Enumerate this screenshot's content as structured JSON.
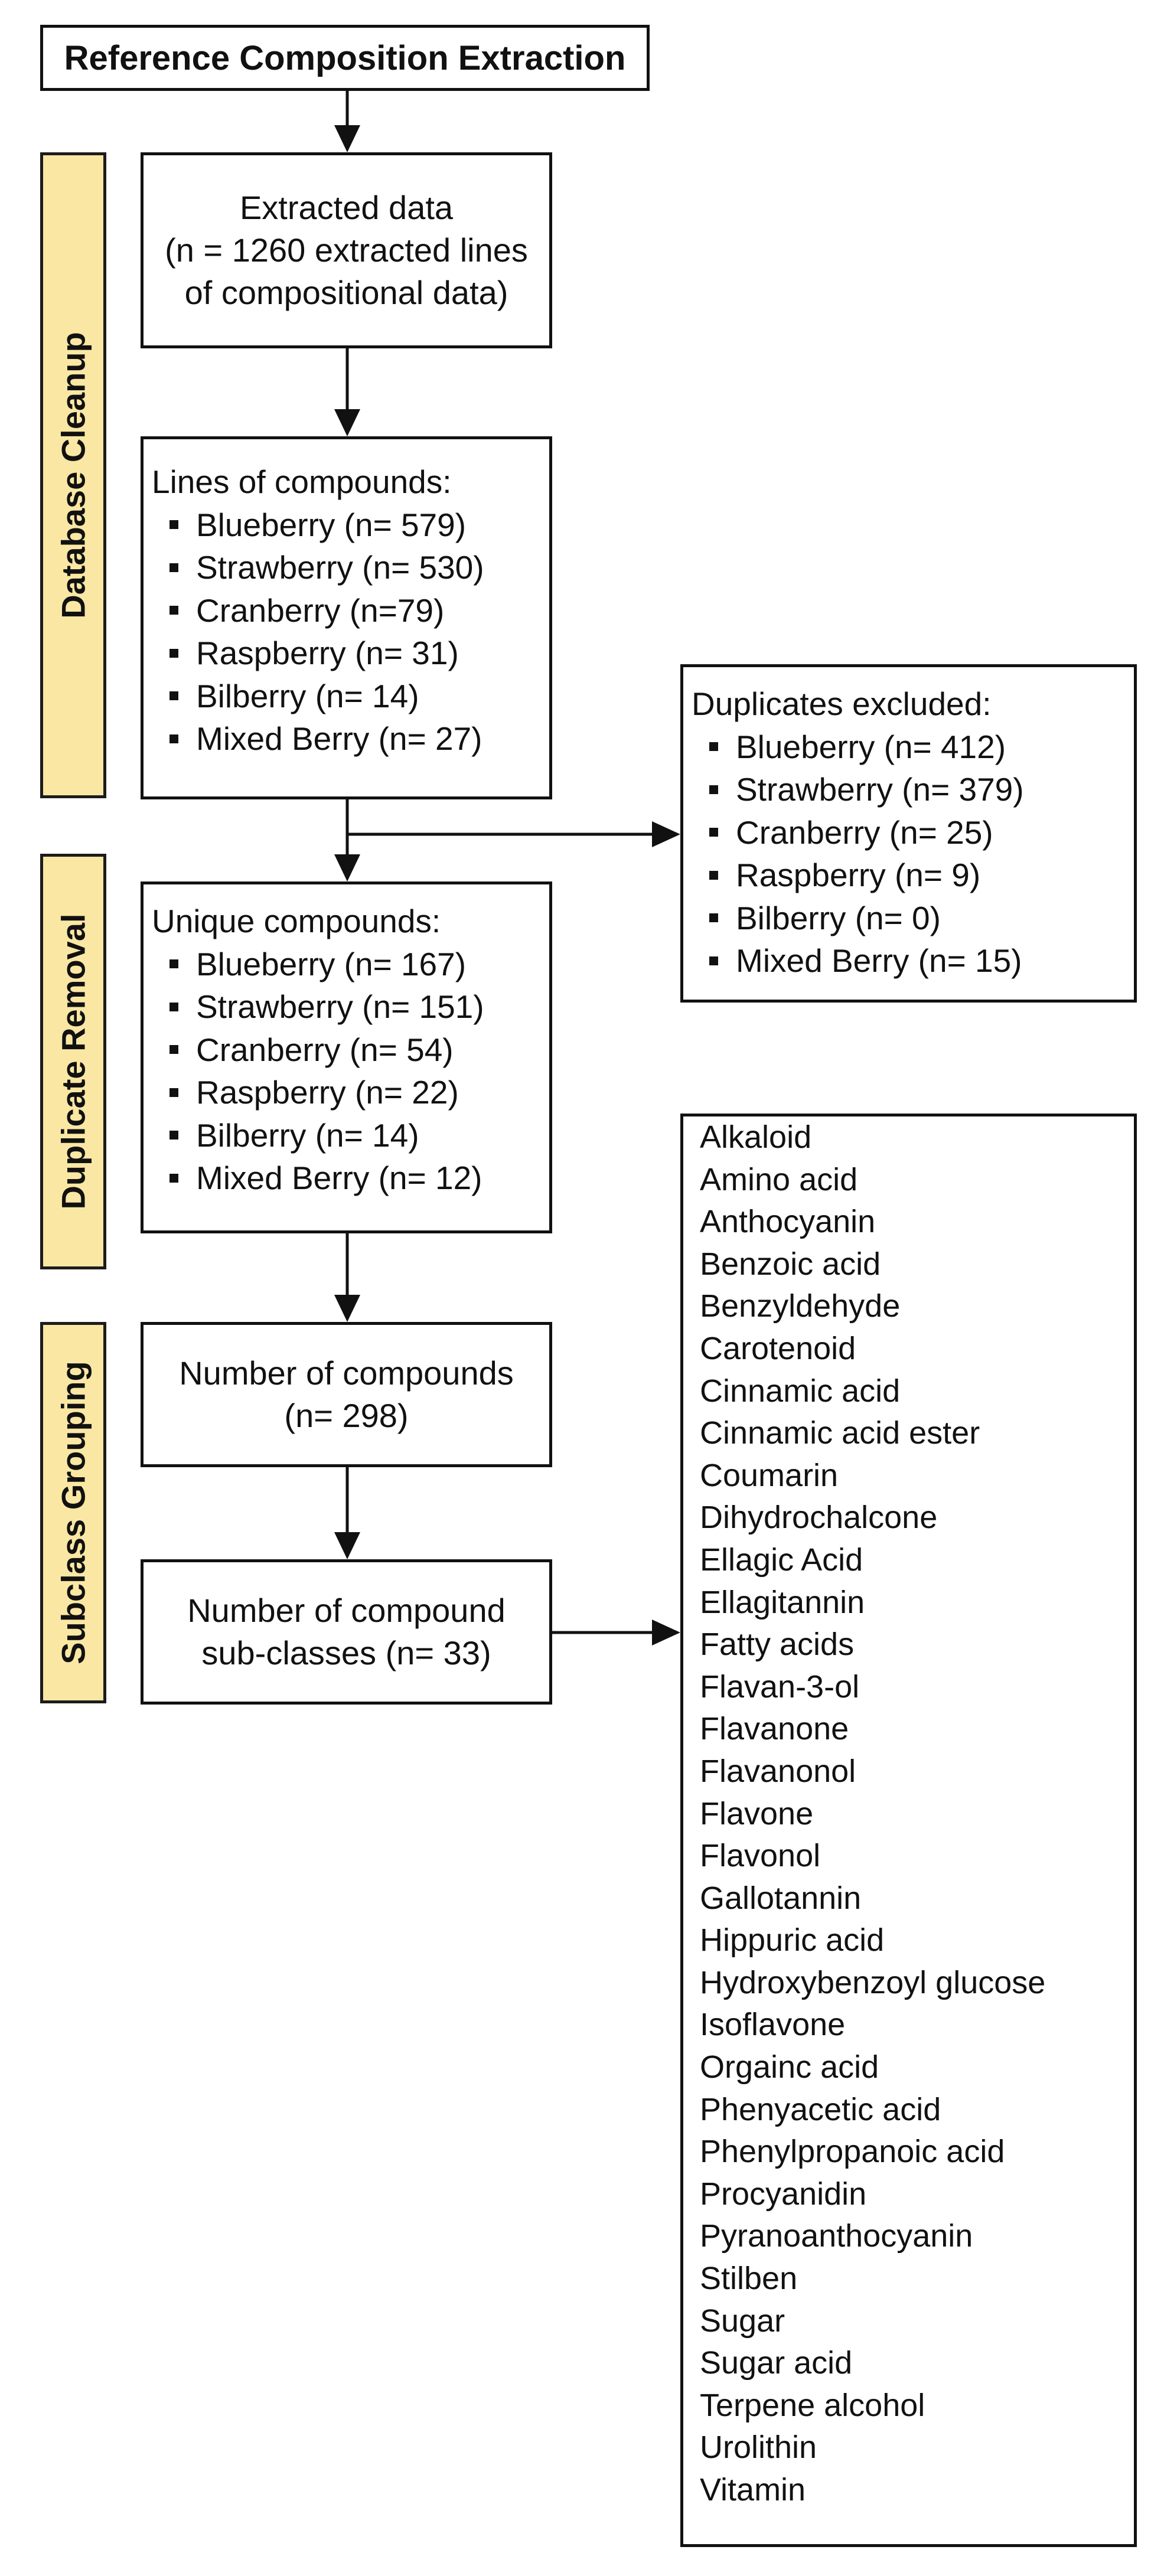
{
  "title": "Reference Composition Extraction",
  "phases": {
    "cleanup": "Database Cleanup",
    "duplicate": "Duplicate Removal",
    "grouping": "Subclass Grouping"
  },
  "extracted": {
    "lines": [
      "Extracted data",
      "(n = 1260 extracted lines",
      "of compositional data)"
    ]
  },
  "lines_of_compounds": {
    "heading": "Lines of compounds:",
    "items": [
      "Blueberry (n= 579)",
      "Strawberry (n= 530)",
      "Cranberry (n=79)",
      "Raspberry (n= 31)",
      "Bilberry (n= 14)",
      "Mixed Berry (n= 27)"
    ]
  },
  "duplicates_excluded": {
    "heading": "Duplicates excluded:",
    "items": [
      "Blueberry (n= 412)",
      "Strawberry (n= 379)",
      "Cranberry (n= 25)",
      "Raspberry (n= 9)",
      "Bilberry (n= 0)",
      "Mixed Berry (n= 15)"
    ]
  },
  "unique_compounds": {
    "heading": "Unique compounds:",
    "items": [
      "Blueberry (n= 167)",
      "Strawberry (n= 151)",
      "Cranberry (n= 54)",
      "Raspberry (n= 22)",
      "Bilberry (n= 14)",
      "Mixed Berry (n= 12)"
    ]
  },
  "number_of_compounds": {
    "lines": [
      "Number of compounds",
      "(n= 298)"
    ]
  },
  "number_of_subclasses": {
    "lines": [
      "Number of compound",
      "sub-classes (n= 33)"
    ]
  },
  "subclasses": [
    "Alkaloid",
    "Amino acid",
    "Anthocyanin",
    "Benzoic acid",
    "Benzyldehyde",
    "Carotenoid",
    "Cinnamic acid",
    "Cinnamic acid ester",
    "Coumarin",
    "Dihydrochalcone",
    "Ellagic Acid",
    "Ellagitannin",
    "Fatty acids",
    "Flavan-3-ol",
    "Flavanone",
    "Flavanonol",
    "Flavone",
    "Flavonol",
    "Gallotannin",
    "Hippuric acid",
    "Hydroxybenzoyl glucose",
    "Isoflavone",
    "Orgainc acid",
    "Phenyacetic acid",
    "Phenylpropanoic acid",
    "Procyanidin",
    "Pyranoanthocyanin",
    "Stilben",
    "Sugar",
    "Sugar acid",
    "Terpene alcohol",
    "Urolithin",
    "Vitamin"
  ]
}
